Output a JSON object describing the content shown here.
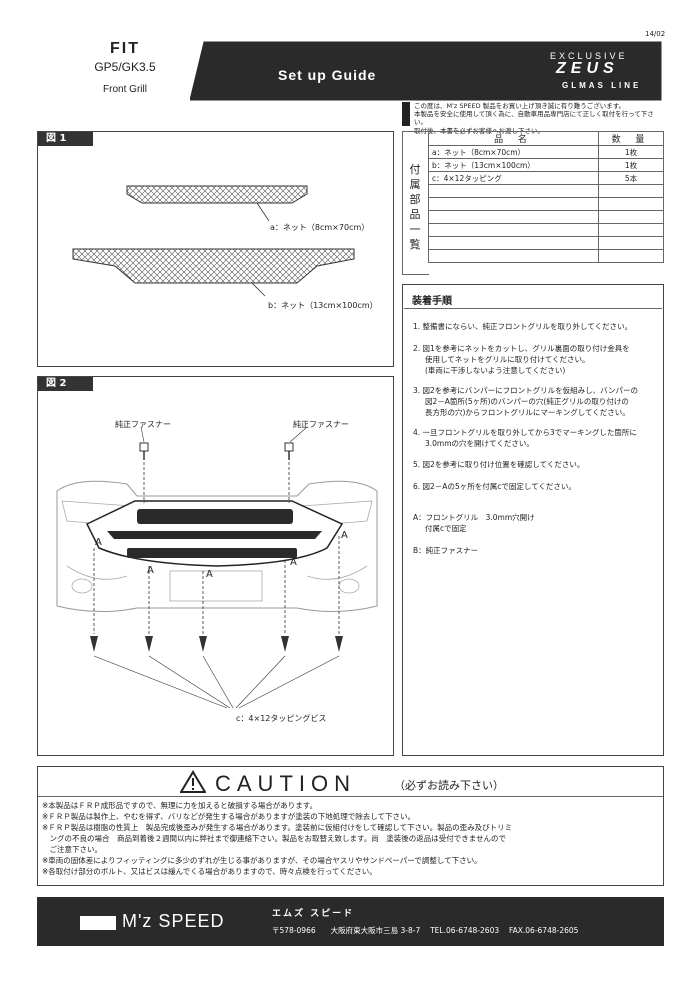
{
  "header": {
    "date": "14/02",
    "model_line1": "FIT",
    "model_line2": "GP5/GK3.5",
    "model_line3": "Front Grill",
    "title": "Set up Guide",
    "brand_line1": "EXCLUSIVE",
    "brand_line2": "ZEUS",
    "brand_line3": "GLMAS LINE"
  },
  "notice": {
    "line1": "この度は、M'z SPEED 製品をお買い上げ頂き誠に有り難うございます。",
    "line2": "本製品を安全に使用して頂く為に、自動車用品専門店にて正しく取付を行って下さい。",
    "line3": "取付後、本書を必ずお客様へお渡し下さい。"
  },
  "fig1": {
    "label": "図 1",
    "part_a": "a：ネット（8cm×70cm）",
    "part_b": "b：ネット（13cm×100cm）"
  },
  "fig2": {
    "label": "図 2",
    "fastener_left": "純正ファスナー",
    "fastener_right": "純正ファスナー",
    "mark_a": "A",
    "screw_label": "c：4×12タッピングビス"
  },
  "parts": {
    "side_label": [
      "付",
      "属",
      "部",
      "品",
      "一",
      "覧"
    ],
    "header_name": "品 名",
    "header_qty": "数 量",
    "rows": [
      {
        "name": "a：ネット（8cm×70cm）",
        "qty": "1枚"
      },
      {
        "name": "b：ネット（13cm×100cm）",
        "qty": "1枚"
      },
      {
        "name": "c：4×12タッピング",
        "qty": "5本"
      },
      {
        "name": "",
        "qty": ""
      },
      {
        "name": "",
        "qty": ""
      },
      {
        "name": "",
        "qty": ""
      },
      {
        "name": "",
        "qty": ""
      },
      {
        "name": "",
        "qty": ""
      },
      {
        "name": "",
        "qty": ""
      }
    ]
  },
  "steps": {
    "title": "装着手順",
    "s1": "1. 整備書にならい、純正フロントグリルを取り外してください。",
    "s2a": "2. 図1を参考にネットをカットし、グリル裏面の取り付け金具を",
    "s2b": "使用してネットをグリルに取り付けてください。",
    "s2c": "(車両に干渉しないよう注意してください)",
    "s3a": "3. 図2を参考にバンパーにフロントグリルを仮組みし、バンパーの",
    "s3b": "図2－A箇所(5ヶ所)のバンパーの穴(純正グリルの取り付けの",
    "s3c": "長方形の穴)からフロントグリルにマーキングしてください。",
    "s4a": "4. 一旦フロントグリルを取り外してから3でマーキングした箇所に",
    "s4b": "3.0mmの穴を開けてください。",
    "s5": "5. 図2を参考に取り付け位置を確認してください。",
    "s6": "6. 図2－Aの5ヶ所を付属cで固定してください。",
    "noteA1": "A：フロントグリル　3.0mm穴開け",
    "noteA2": "付属cで固定",
    "noteB": "B：純正ファスナー"
  },
  "caution": {
    "title": "CAUTION",
    "subtitle": "（必ずお読み下さい）",
    "l1": "※本製品はＦＲＰ成形品ですので、無理に力を加えると破損する場合があります。",
    "l2": "※ＦＲＰ製品は製作上、やむを得ず、バリなどが発生する場合がありますが塗装の下地処理で除去して下さい。",
    "l3": "※ＦＲＰ製品は樹脂の性質上　製品完成後歪みが発生する場合があります。塗装前に仮組付けをして確認して下さい。製品の歪み及びトリミ",
    "l4": "　ングの不良の場合　商品到着後２週間以内に弊社まで御連絡下さい。製品をお取替え致します。尚　塗装後の返品は受付できませんので",
    "l5": "　ご注意下さい。",
    "l6": "※車両の固体差によりフィッティングに多少のずれが生じる事がありますが、その場合ヤスリやサンドペーパーで調整して下さい。",
    "l7": "※各取付け部分のボルト、又はビスは緩んでくる場合がありますので、時々点検を行ってください。"
  },
  "footer": {
    "logo": "M'z SPEED",
    "company": "エムズ スピード",
    "address": "〒578-0966　　大阪府東大阪市三島 3-8-7　 TEL.06-6748-2603　 FAX.06-6748-2605"
  },
  "colors": {
    "dark": "#2a2a2a",
    "line": "#444444"
  }
}
